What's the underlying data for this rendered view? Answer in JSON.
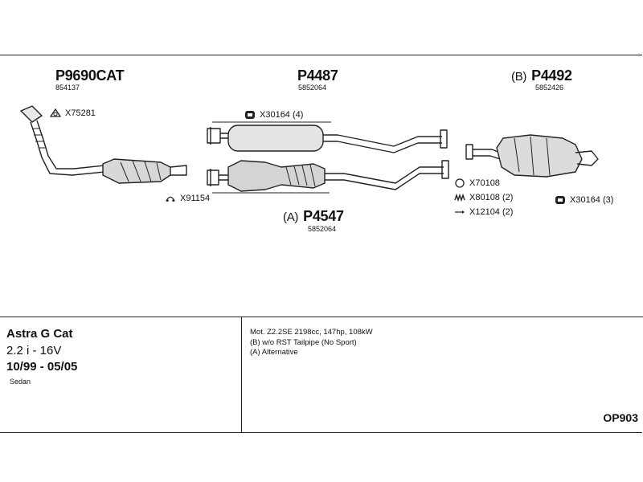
{
  "parts": [
    {
      "id": "P9690CAT",
      "oem": "854137",
      "prefix": ""
    },
    {
      "id": "P4487",
      "oem": "5852064",
      "prefix": ""
    },
    {
      "id": "P4492",
      "oem": "5852426",
      "prefix": "(B)"
    },
    {
      "id": "P4547",
      "oem": "5852064",
      "prefix": "(A)"
    }
  ],
  "accessories": [
    {
      "label": "X75281",
      "icon": "gasket-icon"
    },
    {
      "label": "X30164 (4)",
      "icon": "clamp-icon"
    },
    {
      "label": "X91154",
      "icon": "bracket-icon"
    },
    {
      "label": "X70108",
      "icon": "ring-icon"
    },
    {
      "label": "X80108 (2)",
      "icon": "spring-icon"
    },
    {
      "label": "X12104 (2)",
      "icon": "bolt-icon"
    },
    {
      "label": "X30164 (3)",
      "icon": "clamp-icon"
    }
  ],
  "vehicle": {
    "model": "Astra G Cat",
    "engine": "2.2 i - 16V",
    "years": "10/99 - 05/05",
    "body": "Sedan"
  },
  "notes": [
    "Mot. Z2.2SE 2198cc, 147hp, 108kW",
    "(B) w/o RST Tailpipe (No Sport)",
    "(A) Alternative"
  ],
  "diagram_code": "OP903"
}
